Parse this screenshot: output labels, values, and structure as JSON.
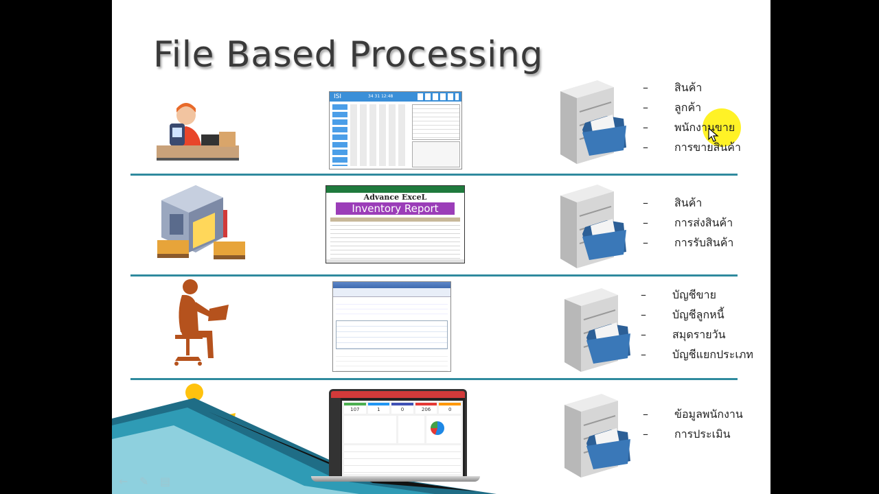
{
  "slide": {
    "title": "File Based Processing",
    "colors": {
      "divider": "#2f8a9e",
      "folder": "#3a78b8",
      "highlight": "#fff000",
      "server": "#cfcfcf"
    },
    "rows": [
      {
        "id": "sales",
        "illustration": "pos-cashier-icon",
        "screenshot": {
          "app_name": "ISI",
          "header_numbers": "34 31   12:48"
        },
        "bullets": [
          "สินค้า",
          "ลูกค้า",
          "พนักงานขาย",
          "การขายสินค้า"
        ]
      },
      {
        "id": "warehouse",
        "illustration": "warehouse-icon",
        "screenshot": {
          "line1": "Advance ExceL",
          "line2": "Inventory Report"
        },
        "bullets": [
          "สินค้า",
          "การส่งสินค้า",
          "การรับสินค้า"
        ]
      },
      {
        "id": "accounting",
        "illustration": "person-at-laptop-brown-icon",
        "screenshot": {},
        "bullets": [
          "บัญชีขาย",
          "บัญชีลูกหนี้",
          "สมุดรายวัน",
          "บัญชีแยกประเภท"
        ]
      },
      {
        "id": "hr",
        "illustration": "person-at-laptop-yellow-icon",
        "screenshot": {
          "stats": [
            "107",
            "1",
            "0",
            "206",
            "0"
          ]
        },
        "bullets": [
          "ข้อมูลพนักงาน",
          "การประเมิน"
        ]
      }
    ],
    "bullet_dash": "–"
  }
}
